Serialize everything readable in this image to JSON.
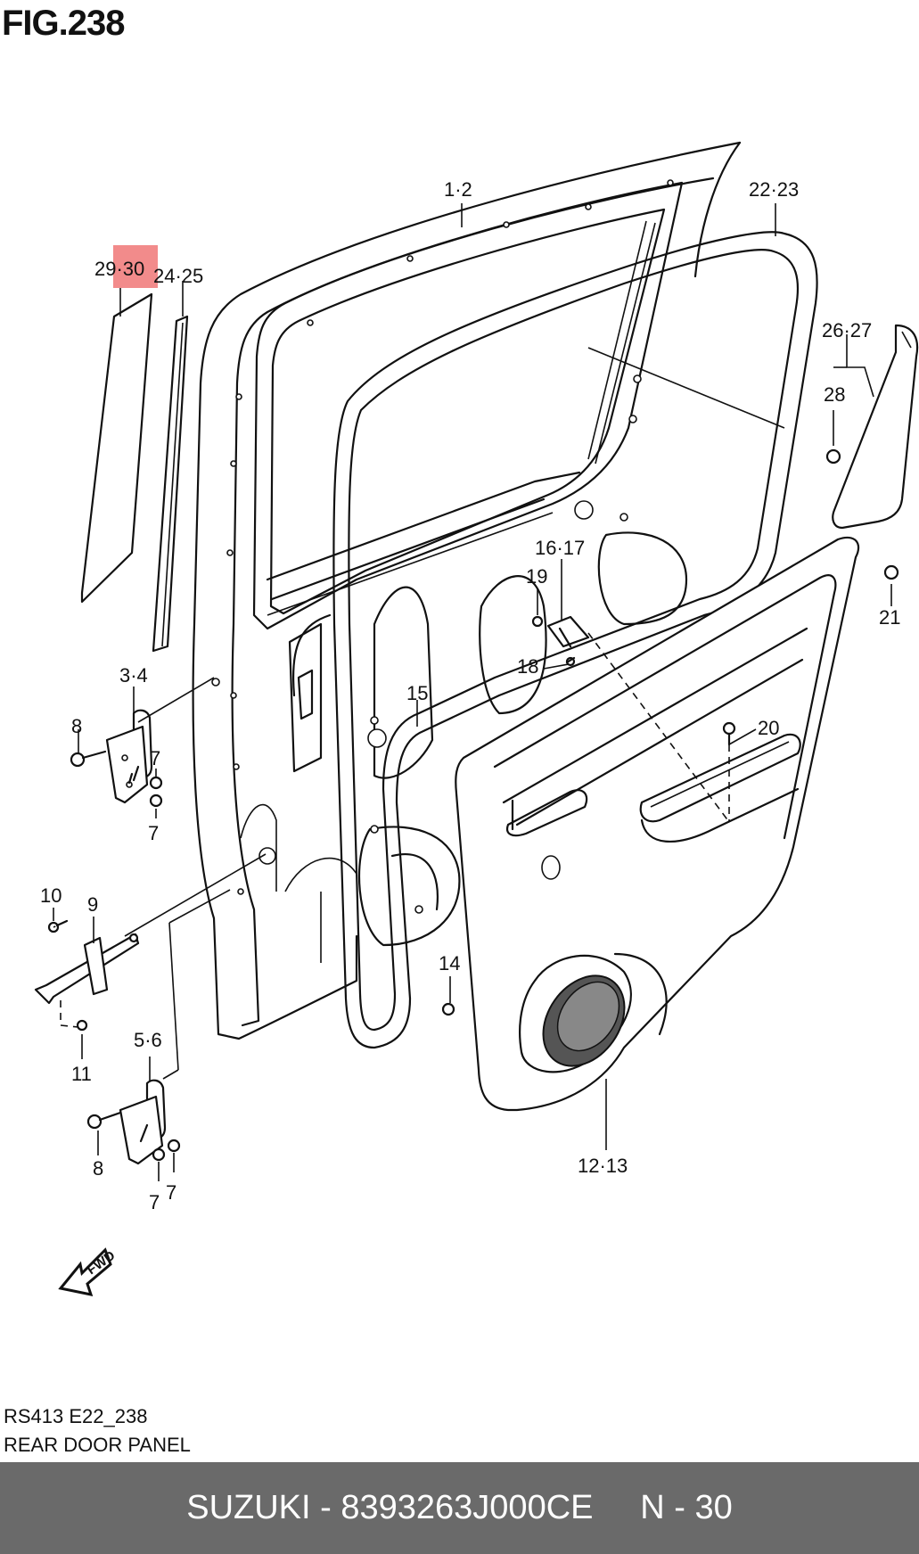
{
  "figure": {
    "title": "FIG.238"
  },
  "callouts": [
    {
      "id": "c-1-2",
      "text": "1·2"
    },
    {
      "id": "c-22-23",
      "text": "22·23"
    },
    {
      "id": "c-29-30",
      "text": "29·30",
      "highlight": "#f28b8b"
    },
    {
      "id": "c-24-25",
      "text": "24·25"
    },
    {
      "id": "c-26-27",
      "text": "26·27"
    },
    {
      "id": "c-28",
      "text": "28"
    },
    {
      "id": "c-16-17",
      "text": "16·17"
    },
    {
      "id": "c-19",
      "text": "19"
    },
    {
      "id": "c-21",
      "text": "21"
    },
    {
      "id": "c-18",
      "text": "18"
    },
    {
      "id": "c-15",
      "text": "15"
    },
    {
      "id": "c-3-4",
      "text": "3·4"
    },
    {
      "id": "c-8a",
      "text": "8"
    },
    {
      "id": "c-7a",
      "text": "7"
    },
    {
      "id": "c-7b",
      "text": "7"
    },
    {
      "id": "c-20",
      "text": "20"
    },
    {
      "id": "c-10",
      "text": "10"
    },
    {
      "id": "c-9",
      "text": "9"
    },
    {
      "id": "c-14",
      "text": "14"
    },
    {
      "id": "c-11",
      "text": "11"
    },
    {
      "id": "c-5-6",
      "text": "5·6"
    },
    {
      "id": "c-8b",
      "text": "8"
    },
    {
      "id": "c-7c",
      "text": "7"
    },
    {
      "id": "c-7d",
      "text": "7"
    },
    {
      "id": "c-12-13",
      "text": "12·13"
    }
  ],
  "fwd_label": "FWD",
  "info": {
    "code": "RS413 E22_238",
    "name": "REAR DOOR PANEL"
  },
  "footer": {
    "brand": "SUZUKI",
    "part_number": "8393263J000CE",
    "page": "N - 30"
  },
  "colors": {
    "highlight": "#f28b8b",
    "footer_bg": "#6a6a6a",
    "footer_text": "#ffffff"
  }
}
